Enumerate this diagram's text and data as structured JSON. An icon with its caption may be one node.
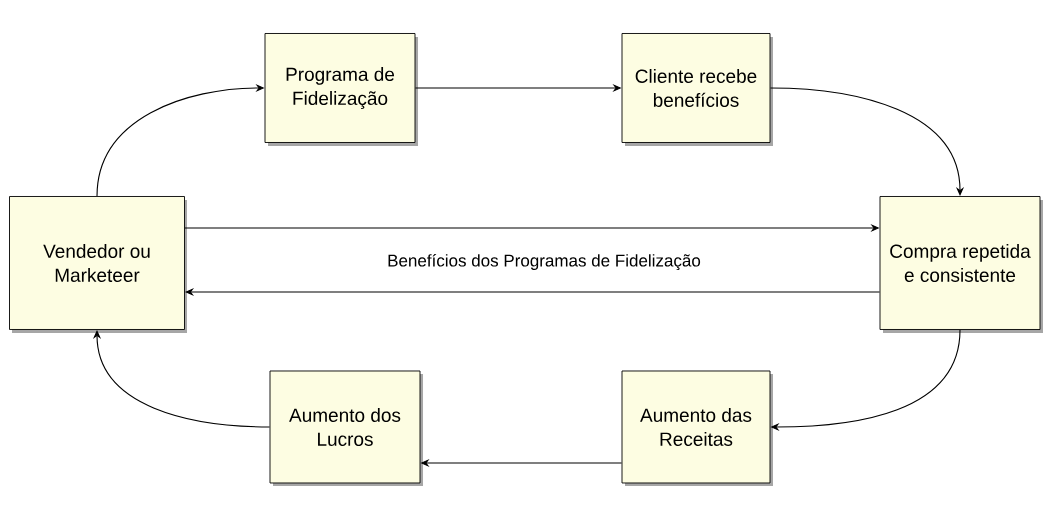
{
  "diagram": {
    "nodes": [
      {
        "text": [
          "Vendedor ou Marketeer"
        ]
      },
      {
        "text": [
          "Programa de Fidelização"
        ]
      },
      {
        "text": [
          "Cliente recebe benefícios"
        ]
      },
      {
        "text": [
          "Compra repetida e consistente"
        ]
      },
      {
        "text": [
          "Aumento das Receitas"
        ]
      },
      {
        "text": [
          "Aumento dos Lucros"
        ]
      }
    ],
    "edges": [
      {
        "from": 0,
        "to": 1,
        "arrow": "to"
      },
      {
        "from": 1,
        "to": 2,
        "arrow": "to"
      },
      {
        "from": 2,
        "to": 3,
        "arrow": "to"
      },
      {
        "from": 0,
        "to": 3,
        "arrow": "to"
      },
      {
        "from": 3,
        "to": 0,
        "arrow": "to"
      },
      {
        "from": 3,
        "to": 4,
        "arrow": "to"
      },
      {
        "from": 4,
        "to": 5,
        "arrow": "to"
      },
      {
        "from": 5,
        "to": 0,
        "arrow": "to"
      }
    ],
    "labels": [
      "Benefícios dos Programas de Fidelização"
    ]
  }
}
